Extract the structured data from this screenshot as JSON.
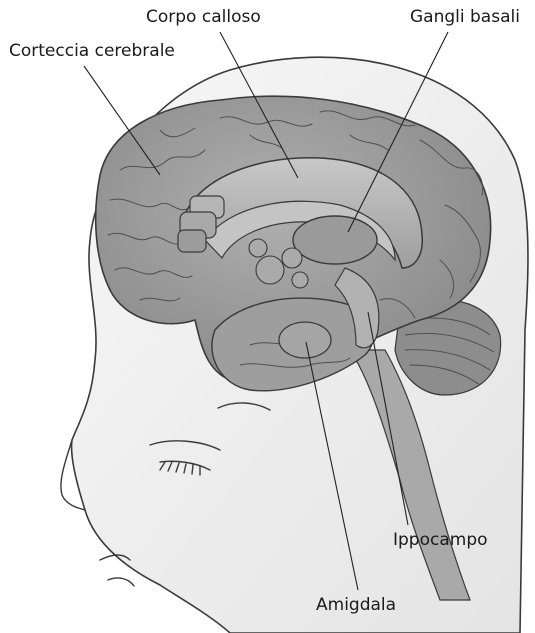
{
  "labels": {
    "corpo_calloso": "Corpo calloso",
    "gangli_basali": "Gangli basali",
    "corteccia_cerebrale": "Corteccia cerebrale",
    "ippocampo": "Ippocampo",
    "amigdala": "Amigdala"
  },
  "colors": {
    "head_fill": "#f1f1f1",
    "brain_fill": "#9a9a9a",
    "inner_structure_fill": "#b8b8b8",
    "outline": "#3a3a3a",
    "leader_line": "#222222"
  }
}
